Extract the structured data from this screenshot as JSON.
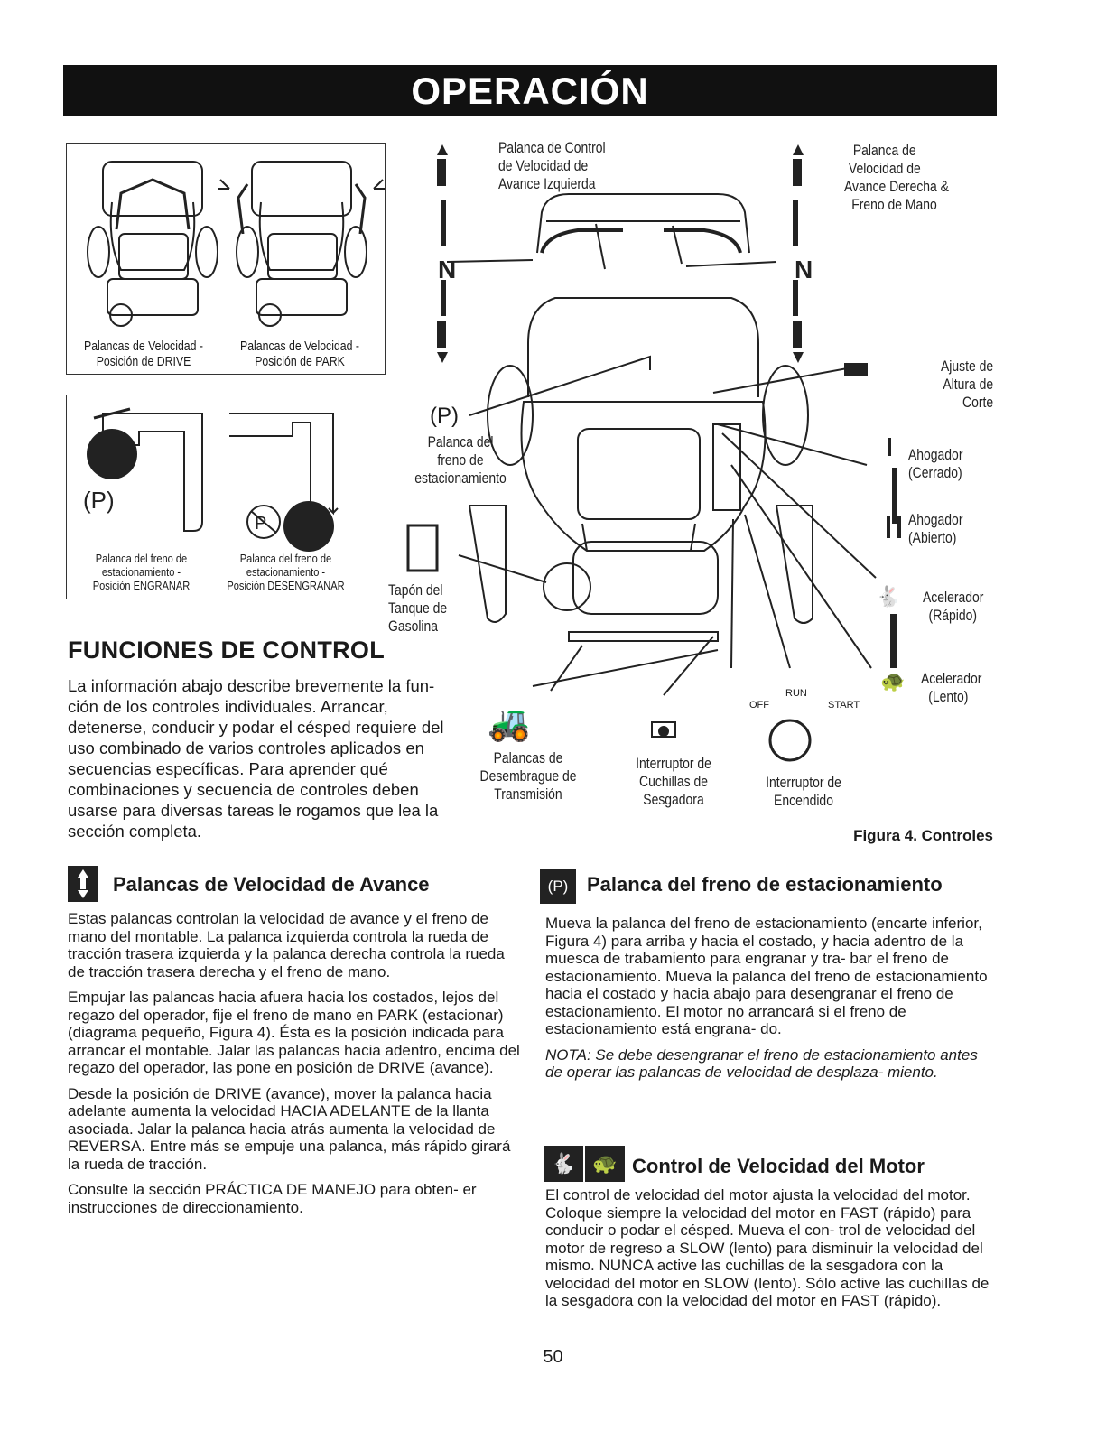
{
  "header": {
    "title": "OPERACIÓN"
  },
  "inset_levers": {
    "drive_caption_line1": "Palancas de Velocidad -",
    "drive_caption_line2": "Posición de DRIVE",
    "park_caption_line1": "Palancas de Velocidad -",
    "park_caption_line2": "Posición de PARK"
  },
  "inset_brake": {
    "engage_line1": "Palanca del freno de",
    "engage_line2": "estacionamiento -",
    "engage_line3": "Posición ENGRANAR",
    "disengage_line1": "Palanca del freno de",
    "disengage_line2": "estacionamiento -",
    "disengage_line3": "Posición DESENGRANAR"
  },
  "figure_labels": {
    "left_lever_line1": "Palanca de Control",
    "left_lever_line2": "de Velocidad de",
    "left_lever_line3": "Avance Izquierda",
    "right_lever_line1": "Palanca de",
    "right_lever_line2": "Velocidad de",
    "right_lever_line3": "Avance Derecha &",
    "right_lever_line4": "Freno de Mano",
    "neutral": "N",
    "park_symbol": "(P)",
    "parking_brake_line1": "Palanca del",
    "parking_brake_line2": "freno de",
    "parking_brake_line3": "estacionamiento",
    "fuel_cap_line1": "Tapón del",
    "fuel_cap_line2": "Tanque de",
    "fuel_cap_line3": "Gasolina",
    "cut_height_line1": "Ajuste de",
    "cut_height_line2": "Altura de",
    "cut_height_line3": "Corte",
    "choke_closed_line1": "Ahogador",
    "choke_closed_line2": "(Cerrado)",
    "choke_open_line1": "Ahogador",
    "choke_open_line2": "(Abierto)",
    "throttle_fast_line1": "Acelerador",
    "throttle_fast_line2": "(Rápido)",
    "throttle_slow_line1": "Acelerador",
    "throttle_slow_line2": "(Lento)",
    "ignition_off": "OFF",
    "ignition_run": "RUN",
    "ignition_start": "START",
    "clutch_line1": "Palancas de",
    "clutch_line2": "Desembrague de",
    "clutch_line3": "Transmisión",
    "blade_line1": "Interruptor de",
    "blade_line2": "Cuchillas de",
    "blade_line3": "Sesgadora",
    "ignition_line1": "Interruptor de",
    "ignition_line2": "Encendido"
  },
  "figure_caption": "Figura 4. Controles",
  "funciones": {
    "heading": "FUNCIONES DE CONTROL",
    "body": "La información abajo describe brevemente la fun- ción de los controles individuales. Arrancar, detenerse, conducir y podar el césped requiere del uso combinado de varios controles aplicados en secuencias específicas. Para aprender qué combinaciones y secuencia de controles deben usarse para diversas tareas le rogamos que lea la sección completa."
  },
  "speed_levers": {
    "title": "Palancas de Velocidad de Avance",
    "p1": "Estas palancas controlan la velocidad de avance y el freno de mano del montable. La palanca izquierda controla la rueda de tracción trasera izquierda y la palanca derecha controla la rueda de tracción trasera derecha y el freno de mano.",
    "p2": "Empujar las palancas hacia afuera hacia los costados, lejos del regazo del operador, fije el freno de mano en PARK (estacionar) (diagrama pequeño, Figura 4). Ésta es la posición indicada para arrancar el montable. Jalar las palancas hacia adentro, encima del regazo del operador, las pone en posición de DRIVE (avance).",
    "p3": "Desde la posición de DRIVE (avance), mover la palanca hacia adelante aumenta la velocidad HACIA ADELANTE de la llanta asociada. Jalar la palanca hacia atrás aumenta la velocidad de REVERSA. Entre más se empuje una palanca, más rápido girará la rueda de tracción.",
    "p4": "Consulte la sección PRÁCTICA DE MANEJO para obten- er instrucciones de direccionamiento."
  },
  "parking_brake": {
    "icon_label": "(P)",
    "title": "Palanca del freno de estacionamiento",
    "p1": "Mueva la palanca del freno de estacionamiento (encarte inferior, Figura 4) para arriba y hacia el costado, y hacia adentro de la muesca de trabamiento para engranar y tra- bar el freno de estacionamiento. Mueva la palanca del freno de estacionamiento hacia el costado y hacia abajo para desengranar el freno de estacionamiento. El motor no arrancará si el freno de estacionamiento está engrana- do.",
    "note": "NOTA: Se debe desengranar el freno de estacionamiento antes de operar las palancas de velocidad de desplaza- miento."
  },
  "engine_speed": {
    "title": "Control de Velocidad del Motor",
    "p1": "El control de velocidad del motor ajusta la velocidad del motor. Coloque siempre la velocidad del motor en FAST (rápido) para conducir o podar el césped. Mueva el con- trol de velocidad del motor de regreso a SLOW (lento) para disminuir la velocidad del mismo. NUNCA active las cuchillas de la sesgadora con la velocidad del motor en SLOW (lento). Sólo active las cuchillas de la sesgadora con la velocidad del motor en FAST (rápido)."
  },
  "page_number": "50"
}
